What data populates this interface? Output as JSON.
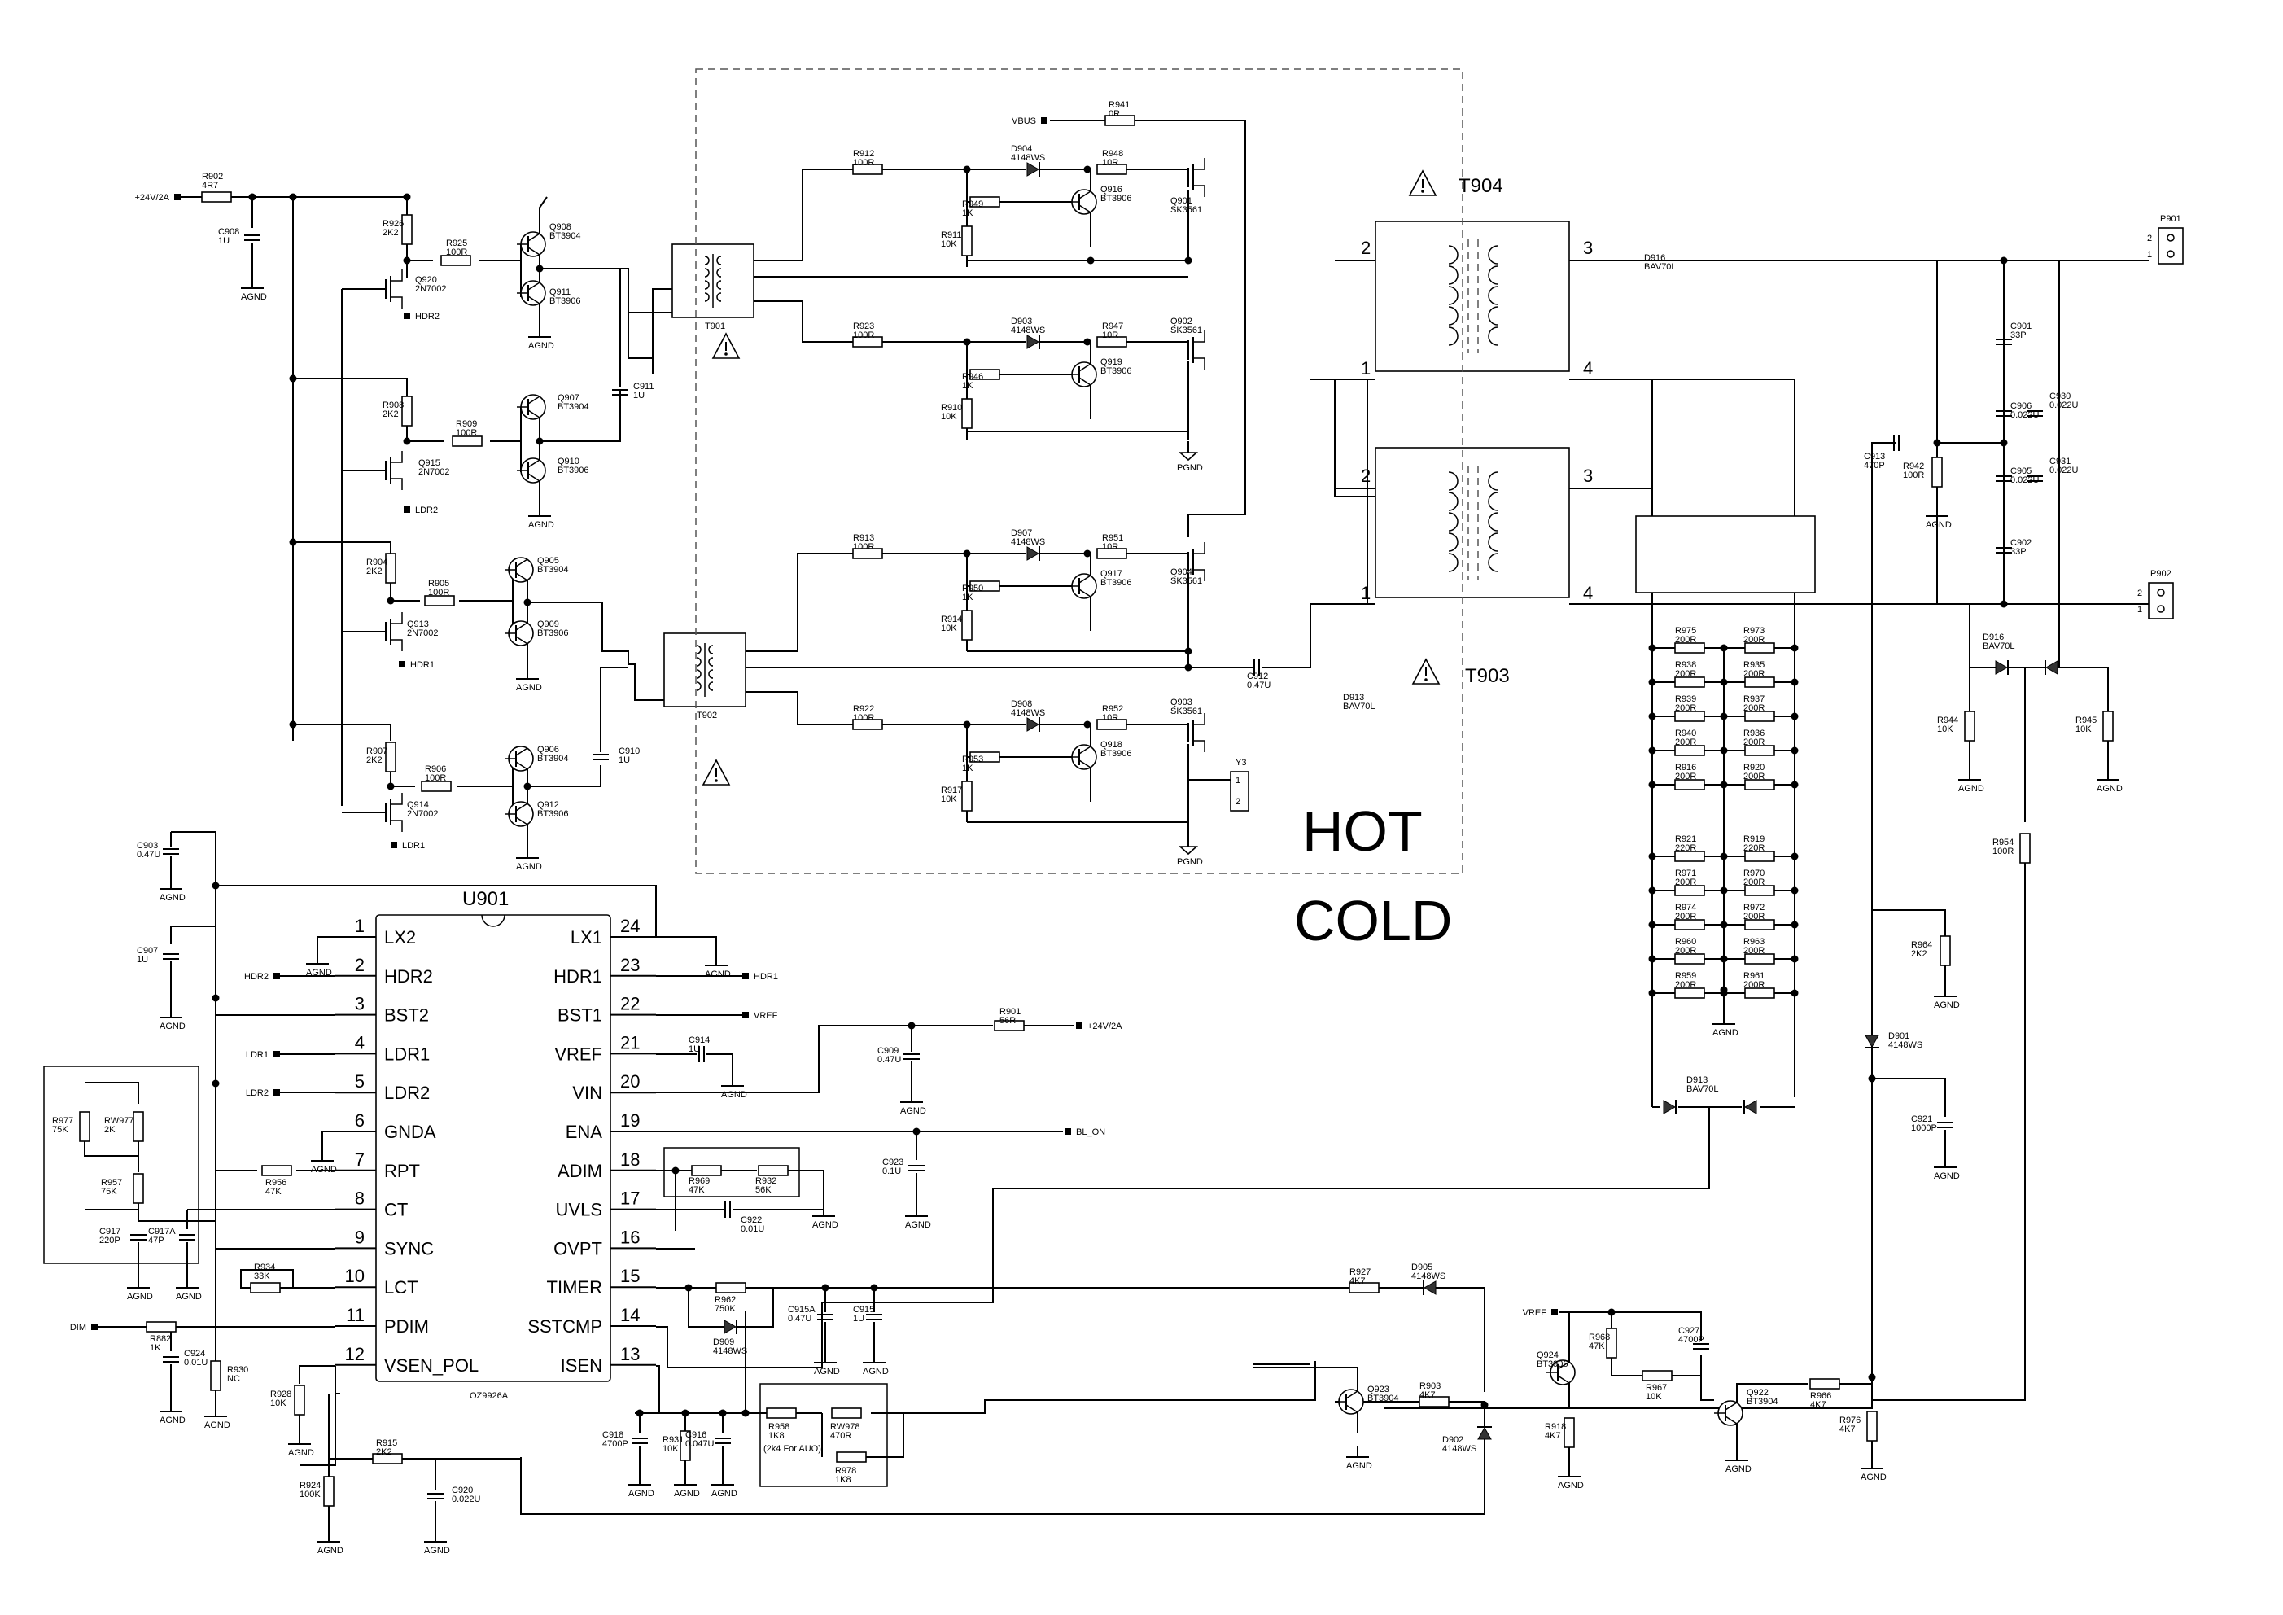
{
  "ic": {
    "ref": "U901",
    "part": "OZ9926A",
    "left_pins": [
      {
        "num": "1",
        "name": "LX2"
      },
      {
        "num": "2",
        "name": "HDR2"
      },
      {
        "num": "3",
        "name": "BST2"
      },
      {
        "num": "4",
        "name": "LDR1"
      },
      {
        "num": "5",
        "name": "LDR2"
      },
      {
        "num": "6",
        "name": "GNDA"
      },
      {
        "num": "7",
        "name": "RPT"
      },
      {
        "num": "8",
        "name": "CT"
      },
      {
        "num": "9",
        "name": "SYNC"
      },
      {
        "num": "10",
        "name": "LCT"
      },
      {
        "num": "11",
        "name": "PDIM"
      },
      {
        "num": "12",
        "name": "VSEN_POL"
      }
    ],
    "right_pins": [
      {
        "num": "24",
        "name": "LX1"
      },
      {
        "num": "23",
        "name": "HDR1"
      },
      {
        "num": "22",
        "name": "BST1"
      },
      {
        "num": "21",
        "name": "VREF"
      },
      {
        "num": "20",
        "name": "VIN"
      },
      {
        "num": "19",
        "name": "ENA"
      },
      {
        "num": "18",
        "name": "ADIM"
      },
      {
        "num": "17",
        "name": "UVLS"
      },
      {
        "num": "16",
        "name": "OVPT"
      },
      {
        "num": "15",
        "name": "TIMER"
      },
      {
        "num": "14",
        "name": "SSTCMP"
      },
      {
        "num": "13",
        "name": "ISEN"
      }
    ]
  },
  "zones": {
    "hot": "HOT",
    "cold": "COLD"
  },
  "transformers": {
    "t904": {
      "ref": "T904",
      "pins": [
        "2",
        "3",
        "1",
        "4"
      ]
    },
    "t903": {
      "ref": "T903",
      "pins": [
        "2",
        "3",
        "1",
        "4"
      ]
    },
    "t901": {
      "ref": "T901"
    },
    "t902": {
      "ref": "T902"
    }
  },
  "nets": {
    "v24_in": "+24V/2A",
    "v24_out": "+24V/2A",
    "vbus": "VBUS",
    "vref": "VREF",
    "vref2": "VREF",
    "hdr1": "HDR1",
    "hdr2": "HDR2",
    "ldr1": "LDR1",
    "ldr2": "LDR2",
    "bl_on": "BL_ON",
    "dim": "DIM",
    "hdr2_q": "HDR2",
    "ldr2_q": "LDR2",
    "hdr1_q": "HDR1",
    "ldr1_q": "LDR1"
  },
  "grounds": {
    "agnd": "AGND",
    "pgnd": "PGND"
  },
  "connectors": {
    "p901": {
      "ref": "P901",
      "pin1": "1",
      "pin2": "2"
    },
    "p902": {
      "ref": "P902",
      "pin1": "1",
      "pin2": "2"
    },
    "y3": {
      "ref": "Y3",
      "pin1": "1",
      "pin2": "2"
    }
  },
  "resistors": [
    {
      "ref": "R902",
      "value": "4R7"
    },
    {
      "ref": "R926",
      "value": "2K2"
    },
    {
      "ref": "R925",
      "value": "100R"
    },
    {
      "ref": "R908",
      "value": "2K2"
    },
    {
      "ref": "R909",
      "value": "100R"
    },
    {
      "ref": "R904",
      "value": "2K2"
    },
    {
      "ref": "R905",
      "value": "100R"
    },
    {
      "ref": "R907",
      "value": "2K2"
    },
    {
      "ref": "R906",
      "value": "100R"
    },
    {
      "ref": "R941",
      "value": "0R"
    },
    {
      "ref": "R912",
      "value": "100R"
    },
    {
      "ref": "R948",
      "value": "10R"
    },
    {
      "ref": "R949",
      "value": "1K"
    },
    {
      "ref": "R911",
      "value": "10K"
    },
    {
      "ref": "R923",
      "value": "100R"
    },
    {
      "ref": "R947",
      "value": "10R"
    },
    {
      "ref": "R946",
      "value": "1K"
    },
    {
      "ref": "R910",
      "value": "10K"
    },
    {
      "ref": "R913",
      "value": "100R"
    },
    {
      "ref": "R951",
      "value": "10R"
    },
    {
      "ref": "R950",
      "value": "1K"
    },
    {
      "ref": "R914",
      "value": "10K"
    },
    {
      "ref": "R922",
      "value": "100R"
    },
    {
      "ref": "R952",
      "value": "10R"
    },
    {
      "ref": "R953",
      "value": "1K"
    },
    {
      "ref": "R917",
      "value": "10K"
    },
    {
      "ref": "R901",
      "value": "56R"
    },
    {
      "ref": "R977",
      "value": "75K"
    },
    {
      "ref": "RW977",
      "value": "2K"
    },
    {
      "ref": "R957",
      "value": "75K"
    },
    {
      "ref": "R956",
      "value": "47K"
    },
    {
      "ref": "R934",
      "value": "33K"
    },
    {
      "ref": "R882",
      "value": "1K"
    },
    {
      "ref": "R930",
      "value": "NC"
    },
    {
      "ref": "R928",
      "value": "10K"
    },
    {
      "ref": "R915",
      "value": "2K2"
    },
    {
      "ref": "R924",
      "value": "100K"
    },
    {
      "ref": "R969",
      "value": "47K"
    },
    {
      "ref": "R932",
      "value": "56K"
    },
    {
      "ref": "R962",
      "value": "750K"
    },
    {
      "ref": "R931",
      "value": "10K"
    },
    {
      "ref": "R958",
      "value": "1K8"
    },
    {
      "ref": "RW978",
      "value": "470R"
    },
    {
      "ref": "R978",
      "value": "1K8"
    },
    {
      "ref": "R927",
      "value": "4K7"
    },
    {
      "ref": "R903",
      "value": "4K7"
    },
    {
      "ref": "R918",
      "value": "4K7"
    },
    {
      "ref": "R968",
      "value": "47K"
    },
    {
      "ref": "R967",
      "value": "10K"
    },
    {
      "ref": "R966",
      "value": "4K7"
    },
    {
      "ref": "R976",
      "value": "4K7"
    },
    {
      "ref": "R942",
      "value": "100R"
    },
    {
      "ref": "R944",
      "value": "10K"
    },
    {
      "ref": "R945",
      "value": "10K"
    },
    {
      "ref": "R954",
      "value": "100R"
    },
    {
      "ref": "R964",
      "value": "2K2"
    },
    {
      "ref": "R975",
      "value": "200R"
    },
    {
      "ref": "R973",
      "value": "200R"
    },
    {
      "ref": "R938",
      "value": "200R"
    },
    {
      "ref": "R935",
      "value": "200R"
    },
    {
      "ref": "R939",
      "value": "200R"
    },
    {
      "ref": "R937",
      "value": "200R"
    },
    {
      "ref": "R940",
      "value": "200R"
    },
    {
      "ref": "R936",
      "value": "200R"
    },
    {
      "ref": "R916",
      "value": "200R"
    },
    {
      "ref": "R920",
      "value": "200R"
    },
    {
      "ref": "R921",
      "value": "220R"
    },
    {
      "ref": "R919",
      "value": "220R"
    },
    {
      "ref": "R971",
      "value": "200R"
    },
    {
      "ref": "R970",
      "value": "200R"
    },
    {
      "ref": "R974",
      "value": "200R"
    },
    {
      "ref": "R972",
      "value": "200R"
    },
    {
      "ref": "R960",
      "value": "200R"
    },
    {
      "ref": "R963",
      "value": "200R"
    },
    {
      "ref": "R959",
      "value": "200R"
    },
    {
      "ref": "R961",
      "value": "200R"
    }
  ],
  "capacitors": [
    {
      "ref": "C908",
      "value": "1U"
    },
    {
      "ref": "C911",
      "value": "1U"
    },
    {
      "ref": "C910",
      "value": "1U"
    },
    {
      "ref": "C903",
      "value": "0.47U"
    },
    {
      "ref": "C907",
      "value": "1U"
    },
    {
      "ref": "C912",
      "value": "0.47U"
    },
    {
      "ref": "C914",
      "value": "1U"
    },
    {
      "ref": "C909",
      "value": "0.47U"
    },
    {
      "ref": "C923",
      "value": "0.1U"
    },
    {
      "ref": "C922",
      "value": "0.01U"
    },
    {
      "ref": "C917",
      "value": "220P"
    },
    {
      "ref": "C917A",
      "value": "47P"
    },
    {
      "ref": "C924",
      "value": "0.01U"
    },
    {
      "ref": "C920",
      "value": "0.022U"
    },
    {
      "ref": "C915A",
      "value": "0.47U"
    },
    {
      "ref": "C915",
      "value": "1U"
    },
    {
      "ref": "C918",
      "value": "4700P"
    },
    {
      "ref": "C916",
      "value": "0.047U"
    },
    {
      "ref": "C927",
      "value": "4700P"
    },
    {
      "ref": "C901",
      "value": "33P"
    },
    {
      "ref": "C906",
      "value": "0.022U"
    },
    {
      "ref": "C930",
      "value": "0.022U"
    },
    {
      "ref": "C905",
      "value": "0.022U"
    },
    {
      "ref": "C931",
      "value": "0.022U"
    },
    {
      "ref": "C902",
      "value": "33P"
    },
    {
      "ref": "C913",
      "value": "470P"
    },
    {
      "ref": "C921",
      "value": "1000P"
    }
  ],
  "transistors": [
    {
      "ref": "Q908",
      "value": "BT3904"
    },
    {
      "ref": "Q911",
      "value": "BT3906"
    },
    {
      "ref": "Q920",
      "value": "2N7002"
    },
    {
      "ref": "Q907",
      "value": "BT3904"
    },
    {
      "ref": "Q910",
      "value": "BT3906"
    },
    {
      "ref": "Q915",
      "value": "2N7002"
    },
    {
      "ref": "Q905",
      "value": "BT3904"
    },
    {
      "ref": "Q909",
      "value": "BT3906"
    },
    {
      "ref": "Q913",
      "value": "2N7002"
    },
    {
      "ref": "Q906",
      "value": "BT3904"
    },
    {
      "ref": "Q912",
      "value": "BT3906"
    },
    {
      "ref": "Q914",
      "value": "2N7002"
    },
    {
      "ref": "Q916",
      "value": "BT3906"
    },
    {
      "ref": "Q901",
      "value": "SK3561"
    },
    {
      "ref": "Q919",
      "value": "BT3906"
    },
    {
      "ref": "Q902",
      "value": "SK3561"
    },
    {
      "ref": "Q917",
      "value": "BT3906"
    },
    {
      "ref": "Q904",
      "value": "SK3561"
    },
    {
      "ref": "Q918",
      "value": "BT3906"
    },
    {
      "ref": "Q903",
      "value": "SK3561"
    },
    {
      "ref": "Q923",
      "value": "BT3904"
    },
    {
      "ref": "Q924",
      "value": "BT3906"
    },
    {
      "ref": "Q922",
      "value": "BT3904"
    }
  ],
  "diodes": [
    {
      "ref": "D904",
      "value": "4148WS"
    },
    {
      "ref": "D903",
      "value": "4148WS"
    },
    {
      "ref": "D907",
      "value": "4148WS"
    },
    {
      "ref": "D908",
      "value": "4148WS"
    },
    {
      "ref": "D909",
      "value": "4148WS"
    },
    {
      "ref": "D905",
      "value": "4148WS"
    },
    {
      "ref": "D902",
      "value": "4148WS"
    },
    {
      "ref": "D901",
      "value": "4148WS"
    },
    {
      "ref": "D913",
      "value": "BAV70L"
    },
    {
      "ref": "D916",
      "value": "BAV70L"
    }
  ],
  "notes": {
    "r958_note": "(2k4 For AUO)"
  }
}
